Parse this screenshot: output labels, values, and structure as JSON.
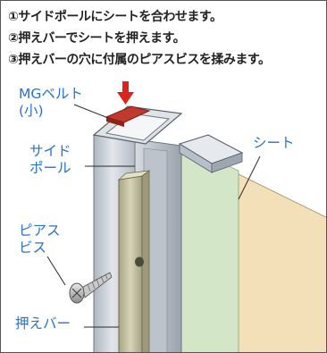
{
  "steps": [
    "①サイドポールにシートを合わせます。",
    "②押えバーでシートを押えます。",
    "③押えバーの穴に付属のピアスビスを揉みます。"
  ],
  "labels": {
    "mg_belt_line1": "MGベルト",
    "mg_belt_line2": "(小)",
    "side_pole_line1": "サイド",
    "side_pole_line2": "ポール",
    "sheet": "シート",
    "pierce_screw_line1": "ピアス",
    "pierce_screw_line2": "ビス",
    "press_bar": "押えバー"
  },
  "colors": {
    "label_blue": "#2a72c6",
    "arrow_red": "#d9251c",
    "belt_red": "#c0392b",
    "sheet_beige": "#f3dfb8",
    "sheet_green": "#d3e6c8",
    "pole_gray": "#c9cfd6",
    "bar_olive": "#c8c4a4"
  }
}
